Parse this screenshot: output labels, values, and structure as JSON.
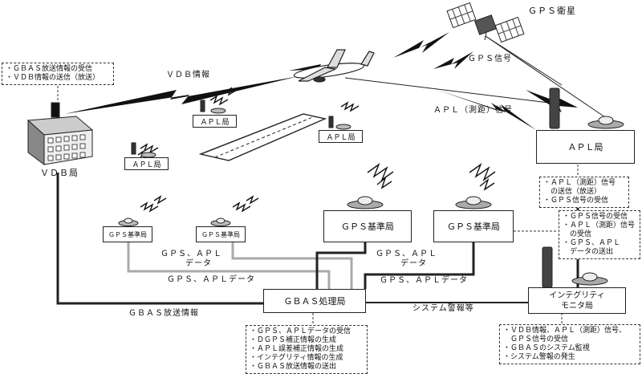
{
  "satellite_label": "ＧＰＳ衛星",
  "signals": {
    "vdb_info": "ＶＤＢ情報",
    "gps_signal": "ＧＰＳ信号",
    "apl_signal": "ＡＰＬ（測距）信号"
  },
  "vdb_station": {
    "label": "ＶＤＢ局",
    "note": [
      "・ＧＢＡＳ放送情報の受信",
      "・ＶＤＢ情報の送信（放送）"
    ]
  },
  "apl_small": [
    "ＡＰＬ局",
    "ＡＰＬ局",
    "ＡＰＬ局"
  ],
  "apl_station": {
    "label": "ＡＰＬ局",
    "note": [
      "・ＡＰＬ（測距）信号",
      "　の送信（放送）",
      "・ＧＰＳ信号の受信"
    ]
  },
  "gps_ref_small": [
    "ＧＰＳ基準局",
    "ＧＰＳ基準局"
  ],
  "gps_ref_large": [
    "ＧＰＳ基準局",
    "ＧＰＳ基準局"
  ],
  "gps_ref_note": [
    "・ＧＰＳ信号の受信",
    "・ＡＰＬ（測距）信号",
    "　の受信",
    "・ＧＰＳ、ＡＰＬ",
    "　データの送出"
  ],
  "links": {
    "gps_apl_data_1": [
      "ＧＰＳ、ＡＰＬ",
      "データ"
    ],
    "gps_apl_data_2": "ＧＰＳ、ＡＰＬデータ",
    "gps_apl_data_3": [
      "ＧＰＳ、ＡＰＬ",
      "データ"
    ],
    "gps_apl_data_4": "ＧＰＳ、ＡＰＬデータ",
    "gbas_broadcast": "ＧＢＡＳ放送情報",
    "system_alarm": "システム警報等"
  },
  "gbas_processor": {
    "label": "ＧＢＡＳ処理局",
    "note": [
      "・ＧＰＳ、ＡＰＬデータの受信",
      "・ＤＧＰＳ補正情報の生成",
      "・ＡＰＬ誤差補正情報の生成",
      "・インテグリティ情報の生成",
      "・ＧＢＡＳ放送情報の送出"
    ]
  },
  "integrity_monitor": {
    "label": [
      "インテグリティ",
      "モニタ局"
    ],
    "note": [
      "・ＶＤＢ情報、ＡＰＬ（測距）信号、",
      "　ＧＰＳ信号の受信",
      "・ＧＢＡＳのシステム監視",
      "・システム警報の発生"
    ]
  }
}
